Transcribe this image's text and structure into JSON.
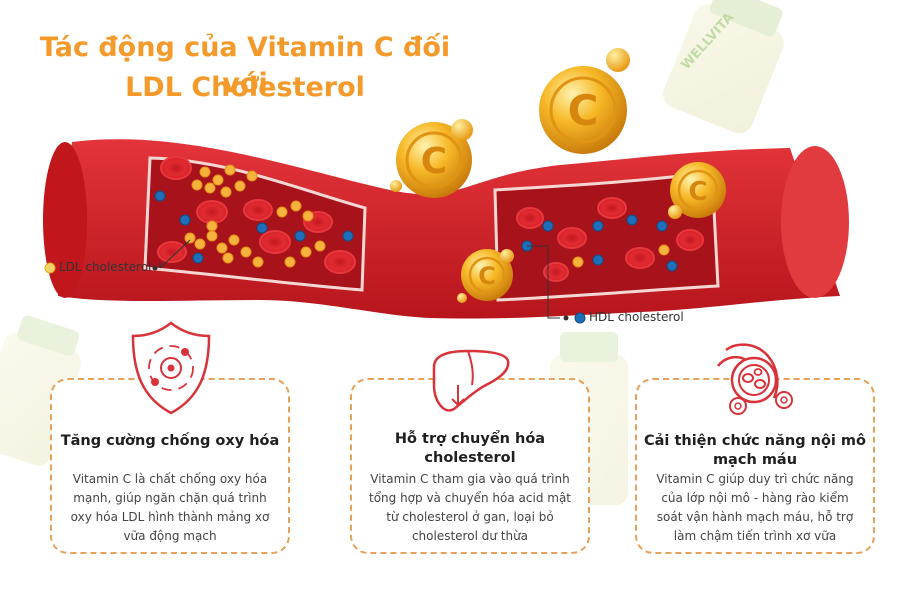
{
  "title": {
    "line1": "Tác động của Vitamin C đối với",
    "line2": "LDL Cholesterol"
  },
  "labels": {
    "ldl": "LDL cholesterol",
    "hdl": "HDL cholesterol",
    "vitamin_letter": "C",
    "bottle_brand": "WELLVITA"
  },
  "cards": [
    {
      "icon": "shield-icon",
      "title": "Tăng cường chống oxy hóa",
      "text": [
        "Vitamin C là chất chống oxy hóa",
        "mạnh, giúp ngăn chặn quá trình",
        "oxy hóa LDL hình thành mảng xơ",
        "vữa động mạch"
      ]
    },
    {
      "icon": "liver-icon",
      "title_lines": [
        "Hỗ trợ chuyển hóa",
        "cholesterol"
      ],
      "text": [
        "Vitamin C tham gia vào quá trình",
        "tổng hợp và chuyển hóa acid mật",
        "từ cholesterol ở gan, loại bỏ",
        "cholesterol dư thừa"
      ]
    },
    {
      "icon": "blood-vessel-icon",
      "title_lines": [
        "Cải thiện chức năng nội mô",
        "mạch máu"
      ],
      "text": [
        "Vitamin C giúp duy trì chức năng",
        "của lớp nội mô - hàng rào kiểm",
        "soát vận hành mạch máu, hỗ trợ",
        "làm chậm tiến trình xơ vữa"
      ]
    }
  ],
  "colors": {
    "title": "#f39a2a",
    "vessel": "#d8232a",
    "vessel_inner": "#b0141b",
    "ldl": "#f6b23c",
    "hdl": "#1e6fb8",
    "card_border": "#e8a15a",
    "icon_stroke": "#d8333a"
  }
}
